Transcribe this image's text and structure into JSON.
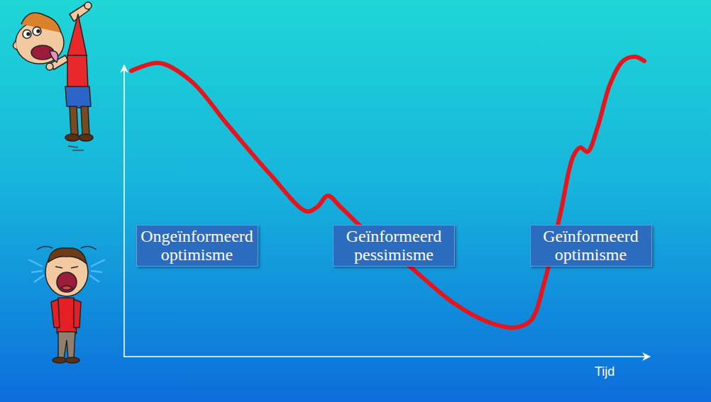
{
  "diagram": {
    "nodes": [
      {
        "text": [
          "Ongeïnformeerd optimisme"
        ]
      },
      {
        "text": [
          "Geïnformeerd pessimisme"
        ]
      },
      {
        "text": [
          "Geïnformeerd optimisme"
        ]
      }
    ],
    "labels": [
      "Tijd"
    ]
  }
}
